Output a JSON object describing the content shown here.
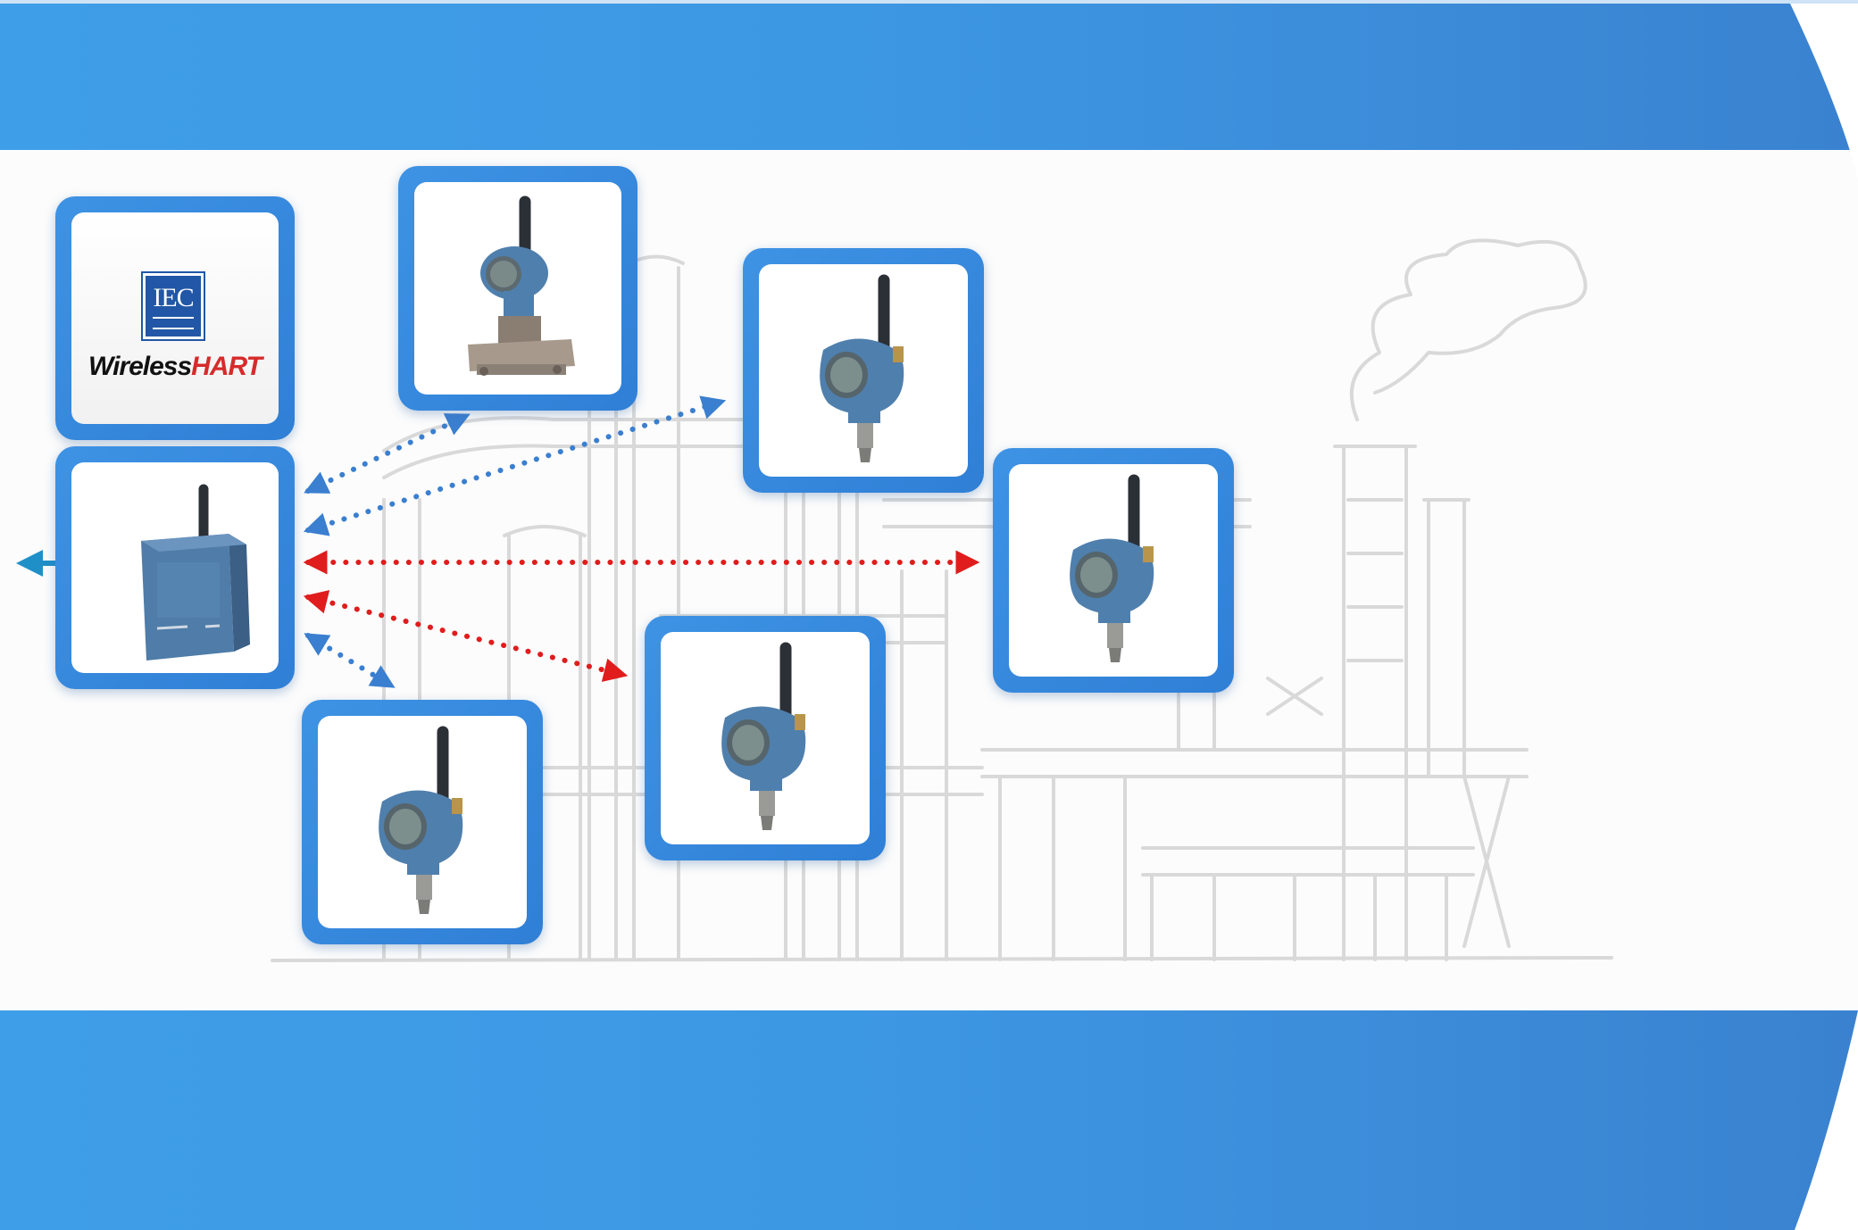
{
  "logo": {
    "standard": "IEC",
    "name_prefix": "Wireless",
    "name_suffix": "HART"
  },
  "colors": {
    "band": "#3d98e4",
    "card_border": "#3a8ae0",
    "link_blue": "#3a7fd0",
    "link_red": "#e01c1c",
    "uplink": "#1f8fc8",
    "device_body": "#4f7fad",
    "sketch": "#d6d6d6"
  },
  "nodes": [
    {
      "id": "wirelesshart-logo",
      "kind": "logo"
    },
    {
      "id": "gateway",
      "kind": "wireless-gateway"
    },
    {
      "id": "dp-transmitter",
      "kind": "differential-pressure-transmitter"
    },
    {
      "id": "transmitter-a",
      "kind": "wireless-pressure-transmitter"
    },
    {
      "id": "transmitter-b",
      "kind": "wireless-pressure-transmitter"
    },
    {
      "id": "transmitter-c",
      "kind": "wireless-pressure-transmitter"
    },
    {
      "id": "transmitter-d",
      "kind": "wireless-pressure-transmitter"
    }
  ],
  "links": [
    {
      "from": "gateway",
      "to": "dp-transmitter",
      "style": "blue-dotted"
    },
    {
      "from": "gateway",
      "to": "transmitter-a",
      "style": "blue-dotted"
    },
    {
      "from": "gateway",
      "to": "transmitter-b",
      "style": "red-dotted"
    },
    {
      "from": "gateway",
      "to": "transmitter-c",
      "style": "red-dotted"
    },
    {
      "from": "gateway",
      "to": "transmitter-d",
      "style": "blue-dotted"
    }
  ],
  "uplink": {
    "from": "gateway",
    "direction": "left"
  }
}
